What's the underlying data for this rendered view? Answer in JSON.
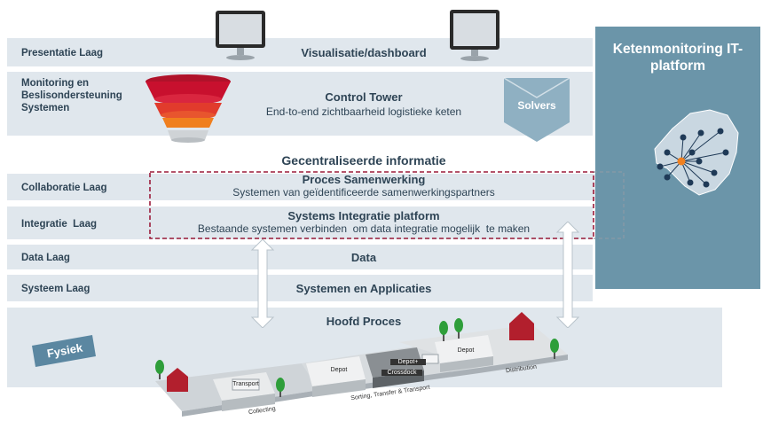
{
  "layers": {
    "presentatie": {
      "label": "Presentatie Laag",
      "title": "Visualisatie/dashboard"
    },
    "monitoring": {
      "label": "Monitoring en Beslisondersteuning Systemen",
      "title": "Control Tower",
      "subtitle": "End-to-end zichtbaarheid logistieke keten",
      "solvers": "Solvers"
    },
    "central": "Gecentraliseerde informatie",
    "collaboratie": {
      "label": "Collaboratie Laag",
      "title": "Proces Samenwerking",
      "subtitle": "Systemen van geïdentificeerde samenwerkingspartners"
    },
    "integratie": {
      "label": "Integratie  Laag",
      "title": "Systems Integratie platform",
      "subtitle": "Bestaande systemen verbinden  om data integratie mogelijk  te maken"
    },
    "data": {
      "label": "Data Laag",
      "title": "Data"
    },
    "systeem": {
      "label": "Systeem Laag",
      "title": "Systemen en Applicaties"
    },
    "hoofd": {
      "title": "Hoofd Proces"
    }
  },
  "fysiek": "Fysiek",
  "side_panel": {
    "title": "Ketenmonitoring IT-platform"
  },
  "process_labels": {
    "transport": "Transport",
    "depot1": "Depot",
    "depot2": "Depot+",
    "crossdock": "Crossdock",
    "depot3": "Depot",
    "collecting": "Collecting",
    "sorting": "Sorting, Transfer & Transport",
    "distribution": "Distribution"
  },
  "colors": {
    "band": "#e0e7ed",
    "text": "#2e4455",
    "side_panel": "#6b95a9",
    "dashed_box": "#9b1b3a",
    "solvers": "#8fb0c2",
    "fysiek": "#5b87a1"
  },
  "icons": [
    "monitor-icon",
    "cone-icon",
    "netherlands-map-icon",
    "double-arrow-icon",
    "house-icon",
    "tree-icon",
    "truck-icon",
    "building-icon"
  ]
}
